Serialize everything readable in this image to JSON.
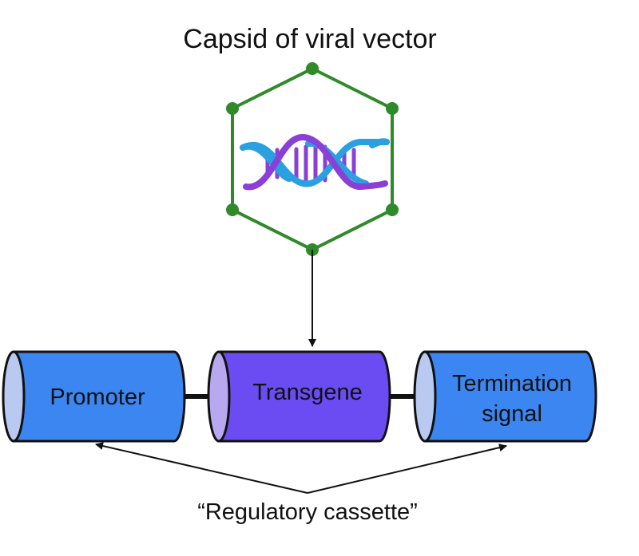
{
  "title": "Capsid of viral vector",
  "components": {
    "promoter": "Promoter",
    "transgene": "Transgene",
    "termination_line1": "Termination",
    "termination_line2": "signal"
  },
  "regulatory_label": "“Regulatory cassette”",
  "colors": {
    "capsid": "#2f8a2a",
    "dna_strand_a": "#8a3fd6",
    "dna_strand_b": "#2aa0e0",
    "cylinder_blue": "#3b86f0",
    "cylinder_blue_end": "#b9c9ef",
    "cylinder_purple": "#6a4cf2",
    "cylinder_purple_end": "#b7a8f0",
    "outline": "#111111"
  },
  "icons": {
    "capsid": "hexagon-capsid-icon",
    "dna": "dna-double-helix-icon"
  }
}
